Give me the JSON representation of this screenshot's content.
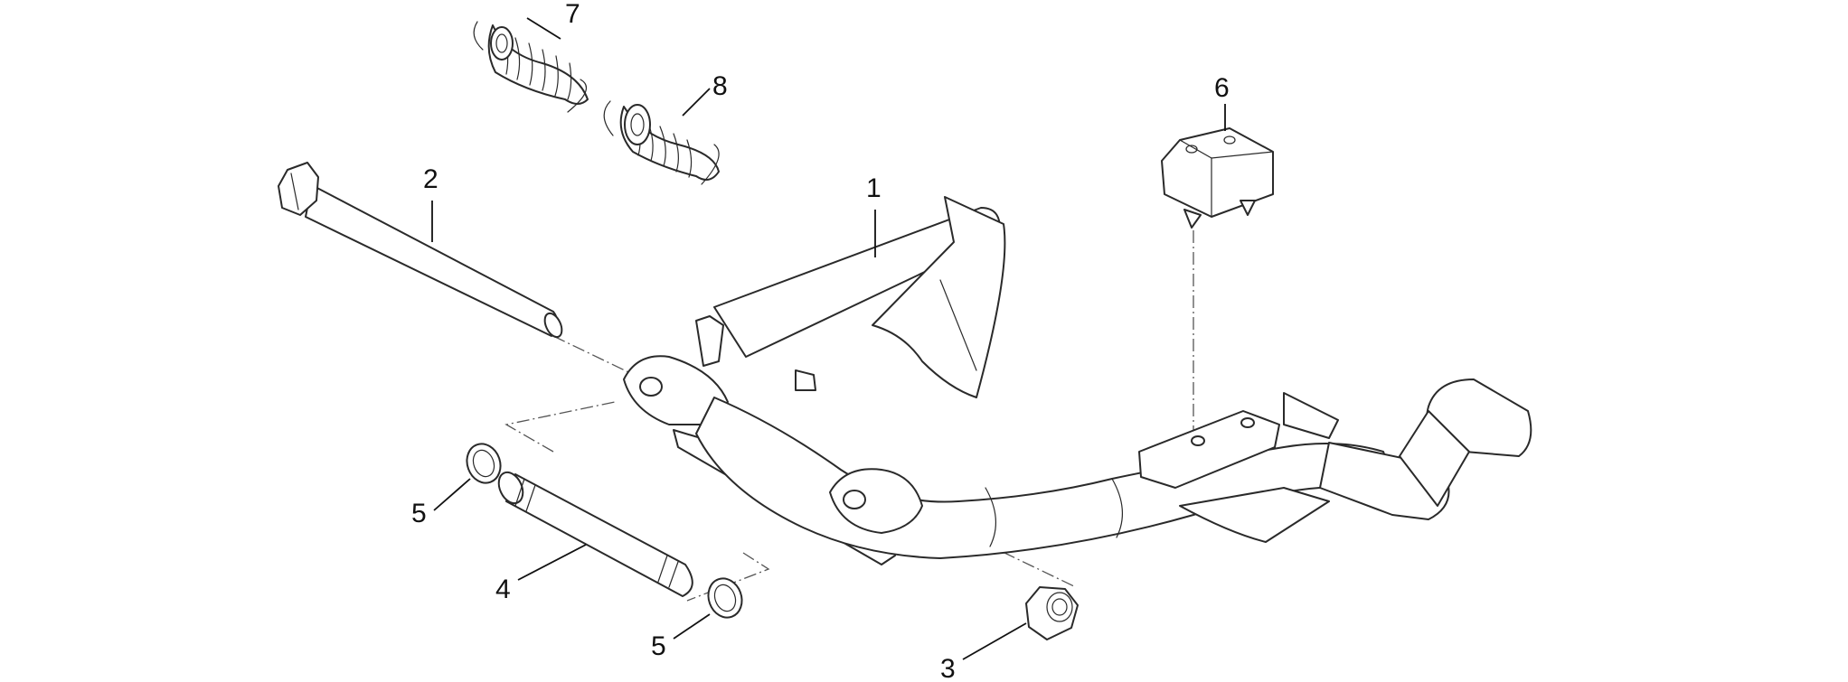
{
  "diagram": {
    "callouts": [
      {
        "id": "1",
        "label": "1"
      },
      {
        "id": "2",
        "label": "2"
      },
      {
        "id": "3",
        "label": "3"
      },
      {
        "id": "4",
        "label": "4"
      },
      {
        "id": "5a",
        "label": "5"
      },
      {
        "id": "5b",
        "label": "5"
      },
      {
        "id": "6",
        "label": "6"
      },
      {
        "id": "7",
        "label": "7"
      },
      {
        "id": "8",
        "label": "8"
      }
    ],
    "colors": {
      "line": "#2a2a2a",
      "background": "#ffffff"
    }
  }
}
